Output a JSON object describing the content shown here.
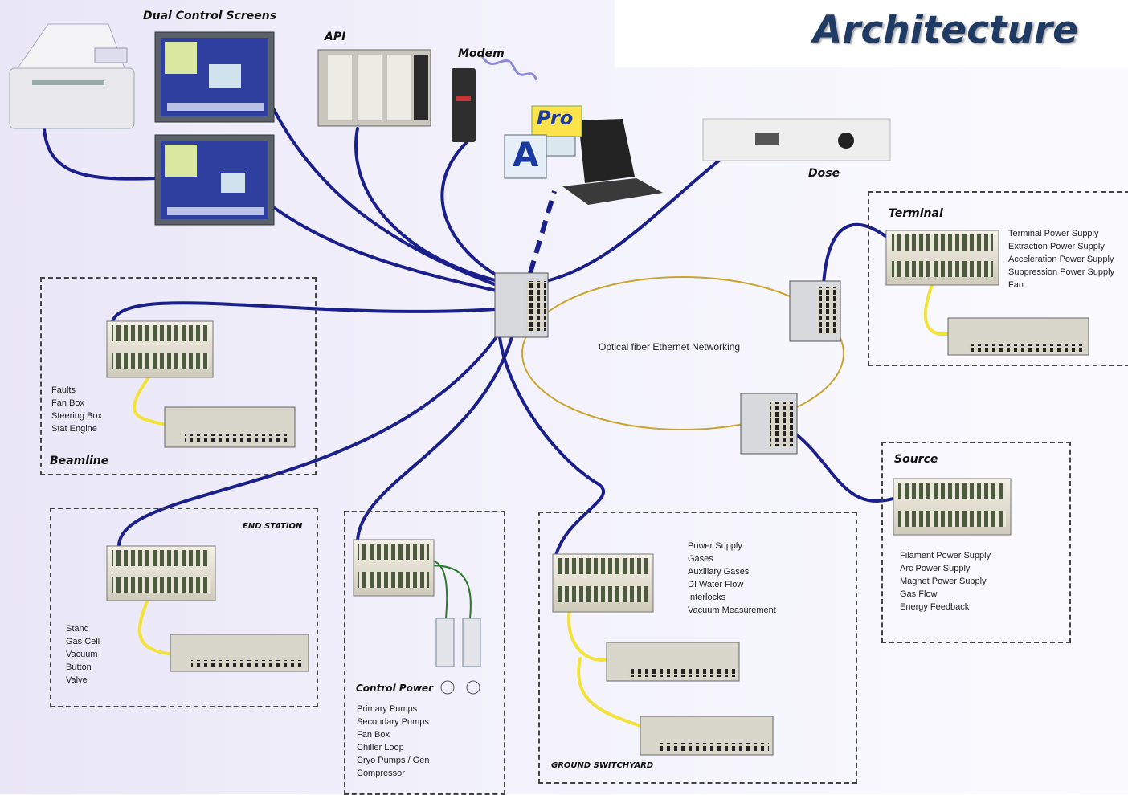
{
  "title": "Architecture",
  "labels": {
    "dual_control_screens": "Dual Control Screens",
    "api": "API",
    "modem": "Modem",
    "dose": "Dose",
    "terminal": "Terminal",
    "beamline": "Beamline",
    "end_station": "END STATION",
    "control_power": "Control Power",
    "source": "Source",
    "switchyard": "GROUND SWITCHYARD",
    "ring": "Optical fiber Ethernet Networking",
    "pro_badge": "Pro",
    "a_badge": "A"
  },
  "lists": {
    "terminal": [
      "Terminal Power Supply",
      "Extraction Power Supply",
      "Acceleration Power Supply",
      "Suppression Power Supply",
      "Fan"
    ],
    "beamline": [
      "Faults",
      "Fan Box",
      "Steering Box",
      "Stat Engine"
    ],
    "end_station": [
      "Stand",
      "Gas Cell",
      "Vacuum",
      "Button",
      "Valve"
    ],
    "control_power": [
      "Primary Pumps",
      "Secondary Pumps",
      "Fan Box",
      "Chiller Loop",
      "Cryo Pumps / Gen",
      "Compressor"
    ],
    "source": [
      "Filament Power Supply",
      "Arc Power Supply",
      "Magnet Power Supply",
      "Gas Flow",
      "Energy Feedback"
    ],
    "switchyard": [
      "Power Supply",
      "Gases",
      "Auxiliary Gases",
      "DI Water Flow",
      "Interlocks",
      "Vacuum Measurement"
    ]
  },
  "colors": {
    "cable": "#1a1f8c",
    "ring": "#c9a52e",
    "local_link": "#f2e23a",
    "title": "#1f3a63"
  }
}
